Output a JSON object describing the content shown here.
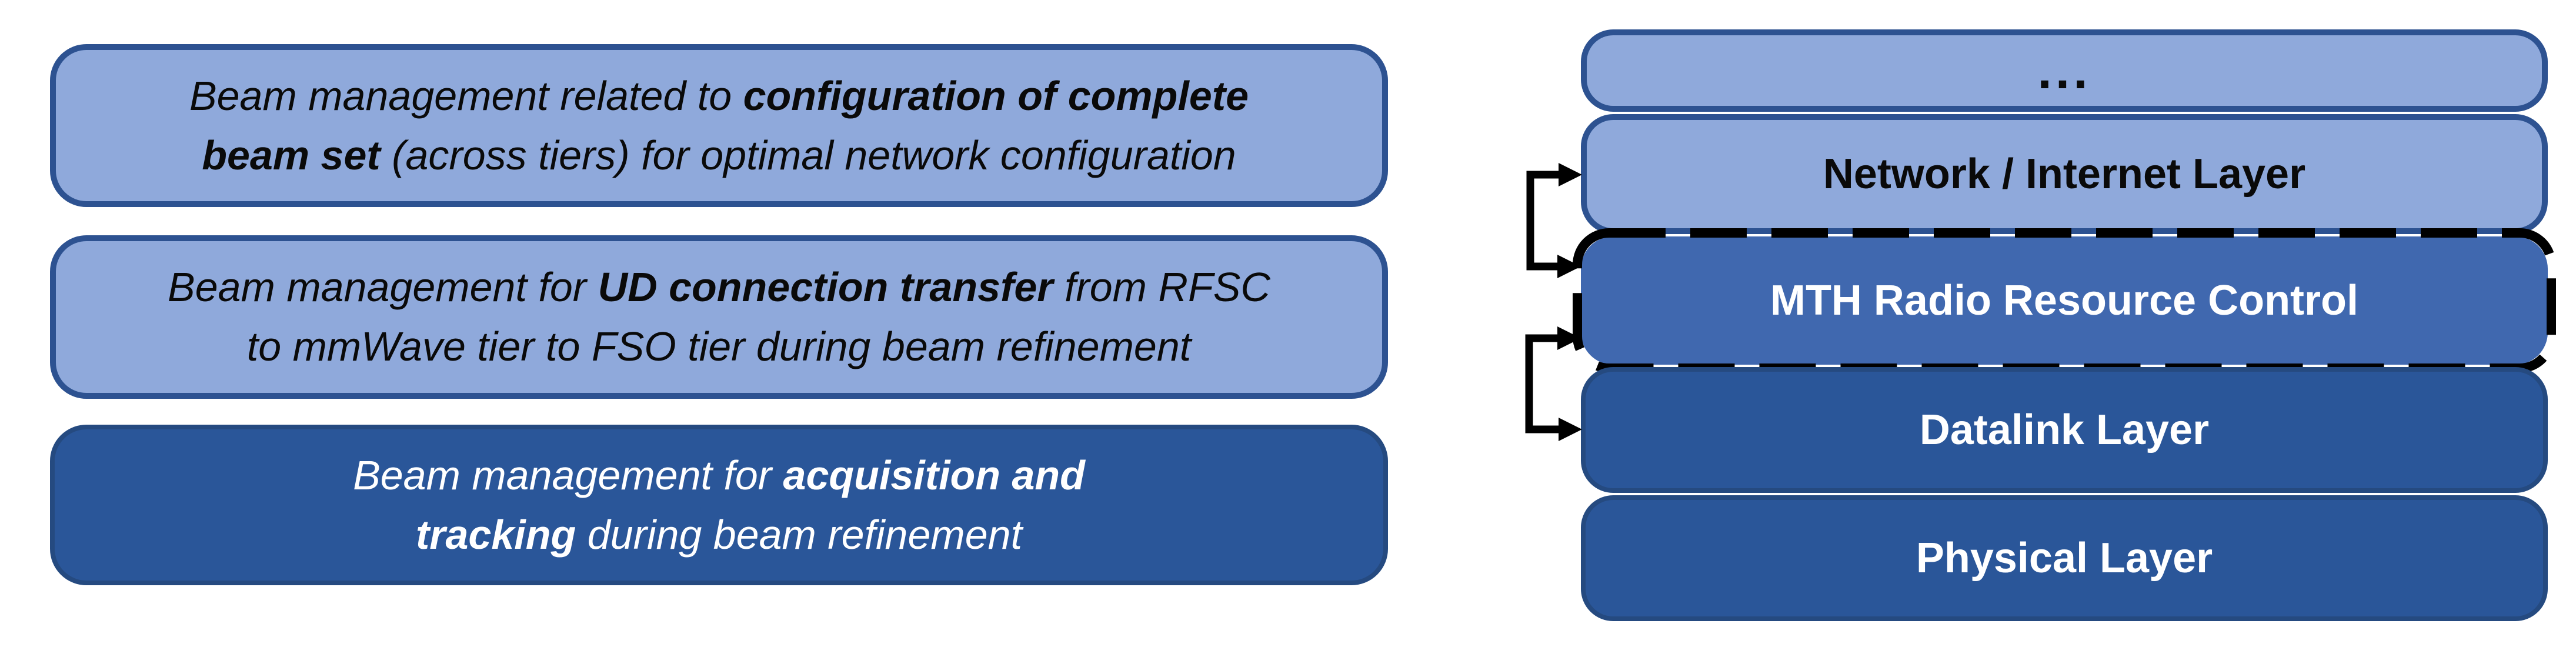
{
  "colors": {
    "box_light_fill": "#8FA9DB",
    "box_light_border": "#2D5291",
    "box_dark_fill": "#2A5699",
    "box_dark_border": "#254A80",
    "mth_fill": "#4068AF",
    "dashed_border": "#000000",
    "arrow": "#000000",
    "text_dark": "#0A0A0A",
    "text_light": "#FFFFFF"
  },
  "left_boxes": {
    "config": {
      "line1_regular": "Beam management related to ",
      "line1_bold": "configuration of complete",
      "line2_bold": "beam set",
      "line2_regular": " (across tiers) for optimal network configuration"
    },
    "transfer": {
      "line1_regular_a": "Beam management for ",
      "line1_bold": "UD connection transfer",
      "line1_regular_b": " from RFSC",
      "line2_regular": "to mmWave tier to FSO tier during beam refinement"
    },
    "tracking": {
      "line1_regular": "Beam management for ",
      "line1_bold": "acquisition and",
      "line2_bold": "tracking",
      "line2_regular": " during beam refinement"
    }
  },
  "layer_stack": {
    "more": "...",
    "network": "Network / Internet Layer",
    "mth": "MTH Radio Resource Control",
    "datalink": "Datalink Layer",
    "physical": "Physical Layer"
  }
}
